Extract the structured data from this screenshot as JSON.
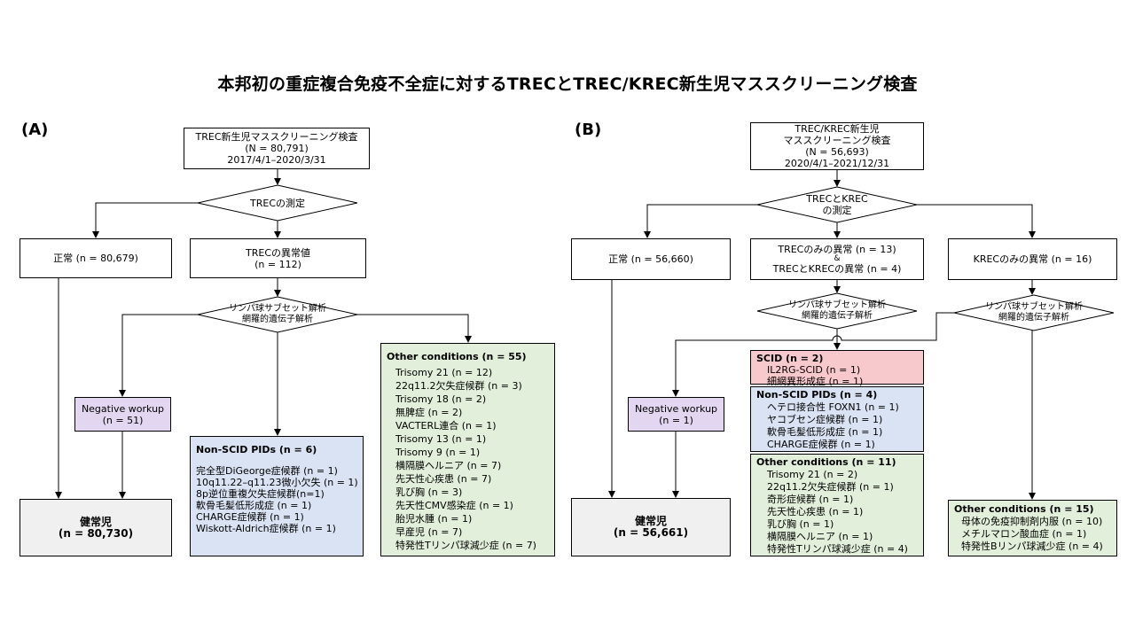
{
  "title": "本邦初の重症複合免疫不全症に対するTRECとTREC/KREC新生児マススクリーニング検査",
  "panel_a": {
    "label": "(A)",
    "top_box": [
      "TREC新生児マススクリーニング検査",
      "(N = 80,791)",
      "2017/4/1–2020/3/31"
    ],
    "measure": "TRECの測定",
    "normal": "正常 (n = 80,679)",
    "abnormal": [
      "TRECの異常値",
      "(n = 112)"
    ],
    "workup": [
      "リンパ球サブセット解析",
      "網羅的遺伝子解析"
    ],
    "negative": [
      "Negative workup",
      "(n = 51)"
    ],
    "healthy": [
      "健常児",
      "(n = 80,730)"
    ],
    "nonscid": {
      "header": "Non-SCID PIDs (n = 6)",
      "items": [
        "完全型DiGeorge症候群 (n = 1)",
        "10q11.22–q11.23微小欠失 (n = 1)",
        "8p逆位重複欠失症候群(n=1)",
        "軟骨毛髪低形成症 (n = 1)",
        "CHARGE症候群 (n = 1)",
        "Wiskott-Aldrich症候群 (n = 1)"
      ]
    },
    "other": {
      "header": "Other conditions (n = 55)",
      "items": [
        "Trisomy 21 (n = 12)",
        "22q11.2欠失症候群 (n = 3)",
        "Trisomy 18 (n = 2)",
        "無脾症 (n = 2)",
        "VACTERL連合 (n = 1)",
        "Trisomy 13 (n = 1)",
        "Trisomy 9 (n = 1)",
        "横隔膜ヘルニア (n = 7)",
        "先天性心疾患 (n = 7)",
        "乳び胸 (n = 3)",
        "先天性CMV感染症 (n = 1)",
        "胎児水腫 (n = 1)",
        "早産児 (n = 7)",
        "特発性Tリンパ球減少症 (n = 7)"
      ]
    }
  },
  "panel_b": {
    "label": "(B)",
    "top_box": [
      "TREC/KREC新生児",
      "マススクリーニング検査",
      "(N = 56,693)",
      "2020/4/1–2021/12/31"
    ],
    "measure": [
      "TRECとKREC",
      "の測定"
    ],
    "normal": "正常 (n = 56,660)",
    "trec_abn": [
      "TRECのみの異常 (n = 13)",
      "&",
      "TRECとKRECの異常 (n = 4)"
    ],
    "krec_abn": "KRECのみの異常 (n = 16)",
    "workup1": [
      "リンパ球サブセット解析",
      "網羅的遺伝子解析"
    ],
    "workup2": [
      "リンパ球サブセット解析",
      "網羅的遺伝子解析"
    ],
    "negative": [
      "Negative workup",
      "(n = 1)"
    ],
    "healthy": [
      "健常児",
      "(n = 56,661)"
    ],
    "scid": {
      "header": "SCID (n = 2)",
      "items": [
        "IL2RG-SCID (n = 1)",
        "細網異形成症 (n = 1)"
      ]
    },
    "nonscid": {
      "header": "Non-SCID PIDs (n = 4)",
      "items": [
        "ヘテロ接合性 FOXN1 (n = 1)",
        "ヤコブセン症候群 (n = 1)",
        "軟骨毛髪低形成症 (n = 1)",
        "CHARGE症候群 (n = 1)"
      ]
    },
    "other": {
      "header": "Other conditions (n = 11)",
      "items": [
        "Trisomy 21 (n = 2)",
        "22q11.2欠失症候群 (n = 1)",
        "奇形症候群 (n = 1)",
        "先天性心疾患 (n = 1)",
        "乳び胸 (n = 1)",
        "横隔膜ヘルニア (n = 1)",
        "特発性Tリンパ球減少症 (n = 4)"
      ]
    },
    "other2": {
      "header": "Other conditions (n = 15)",
      "items": [
        "母体の免疫抑制剤内服 (n = 10)",
        "メチルマロン酸血症 (n = 1)",
        "特発性Bリンパ球減少症 (n = 4)"
      ]
    }
  }
}
